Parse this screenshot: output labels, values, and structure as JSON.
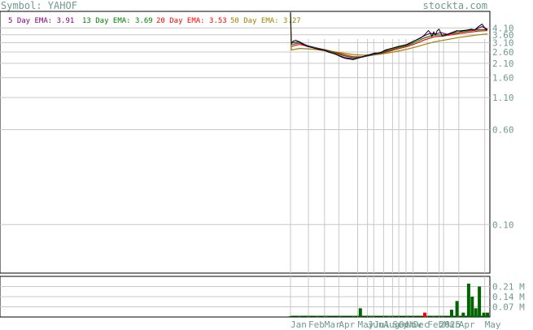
{
  "header": {
    "symbol_label": "Symbol: YAHOF",
    "site": "stockta.com"
  },
  "colors": {
    "header_text": "#6f9a8f",
    "ema5": "#800080",
    "ema13": "#008000",
    "ema20": "#ff0000",
    "ema50": "#a08000",
    "price": "#000000",
    "grid": "#c8c8c8",
    "volume_up": "#006400",
    "volume_down": "#ff0000",
    "axis_text": "#6f9a8f"
  },
  "chart_data": [
    {
      "type": "line",
      "name": "price-panel",
      "yscale": "log",
      "ylim": [
        0.04,
        5.6
      ],
      "y_ticks": [
        "4.10",
        "3.60",
        "3.10",
        "2.60",
        "2.10",
        "1.60",
        "1.10",
        "0.60",
        "0.10"
      ],
      "y_tick_values": [
        4.1,
        3.6,
        3.1,
        2.6,
        2.1,
        1.6,
        1.1,
        0.6,
        0.1
      ],
      "legend": [
        {
          "key": "ema5",
          "label": "5 Day EMA: 3.91"
        },
        {
          "key": "ema13",
          "label": "13 Day EMA: 3.69"
        },
        {
          "key": "ema20",
          "label": "20 Day EMA: 3.53"
        },
        {
          "key": "ema50",
          "label": "50 Day EMA: 3.27"
        }
      ],
      "x_labels": [
        "Jan",
        "Feb",
        "Mar",
        "Apr",
        "May",
        "Jun",
        "Jul",
        "Aug",
        "Sep",
        "Oct",
        "Nov",
        "Dec",
        "Feb",
        "2025",
        "Mar",
        "Apr",
        "May"
      ],
      "x_label_index": [
        0,
        20,
        38,
        54,
        75,
        86,
        93,
        104,
        114,
        121,
        129,
        137,
        153,
        166,
        171,
        188,
        217
      ],
      "series": [
        {
          "name": "price",
          "points": [
            [
              0,
              5.5
            ],
            [
              1,
              3.05
            ],
            [
              3,
              3.2
            ],
            [
              6,
              3.25
            ],
            [
              10,
              3.15
            ],
            [
              14,
              3.0
            ],
            [
              18,
              2.9
            ],
            [
              22,
              2.85
            ],
            [
              26,
              2.8
            ],
            [
              30,
              2.75
            ],
            [
              34,
              2.7
            ],
            [
              38,
              2.68
            ],
            [
              42,
              2.6
            ],
            [
              46,
              2.55
            ],
            [
              50,
              2.5
            ],
            [
              54,
              2.42
            ],
            [
              58,
              2.35
            ],
            [
              62,
              2.3
            ],
            [
              66,
              2.28
            ],
            [
              70,
              2.25
            ],
            [
              74,
              2.3
            ],
            [
              78,
              2.35
            ],
            [
              82,
              2.4
            ],
            [
              86,
              2.45
            ],
            [
              90,
              2.5
            ],
            [
              94,
              2.55
            ],
            [
              98,
              2.55
            ],
            [
              102,
              2.6
            ],
            [
              106,
              2.7
            ],
            [
              110,
              2.75
            ],
            [
              114,
              2.8
            ],
            [
              118,
              2.85
            ],
            [
              122,
              2.9
            ],
            [
              126,
              2.95
            ],
            [
              130,
              3.0
            ],
            [
              134,
              3.1
            ],
            [
              138,
              3.2
            ],
            [
              142,
              3.3
            ],
            [
              146,
              3.4
            ],
            [
              150,
              3.6
            ],
            [
              154,
              3.9
            ],
            [
              156,
              3.75
            ],
            [
              158,
              3.5
            ],
            [
              160,
              3.8
            ],
            [
              162,
              3.6
            ],
            [
              164,
              3.9
            ],
            [
              166,
              4.0
            ],
            [
              168,
              3.7
            ],
            [
              170,
              3.5
            ],
            [
              174,
              3.6
            ],
            [
              178,
              3.7
            ],
            [
              182,
              3.8
            ],
            [
              186,
              3.9
            ],
            [
              190,
              3.85
            ],
            [
              194,
              3.9
            ],
            [
              198,
              3.95
            ],
            [
              202,
              4.0
            ],
            [
              206,
              3.95
            ],
            [
              210,
              4.2
            ],
            [
              214,
              4.4
            ],
            [
              218,
              4.0
            ],
            [
              220,
              3.95
            ]
          ]
        },
        {
          "name": "ema5",
          "points": [
            [
              1,
              3.1
            ],
            [
              10,
              3.15
            ],
            [
              20,
              2.9
            ],
            [
              30,
              2.78
            ],
            [
              40,
              2.65
            ],
            [
              50,
              2.5
            ],
            [
              60,
              2.35
            ],
            [
              70,
              2.28
            ],
            [
              80,
              2.36
            ],
            [
              90,
              2.48
            ],
            [
              100,
              2.57
            ],
            [
              110,
              2.74
            ],
            [
              120,
              2.88
            ],
            [
              130,
              2.99
            ],
            [
              140,
              3.25
            ],
            [
              150,
              3.55
            ],
            [
              156,
              3.7
            ],
            [
              162,
              3.65
            ],
            [
              168,
              3.75
            ],
            [
              176,
              3.62
            ],
            [
              186,
              3.86
            ],
            [
              196,
              3.92
            ],
            [
              206,
              3.96
            ],
            [
              214,
              4.2
            ],
            [
              220,
              4.0
            ]
          ]
        },
        {
          "name": "ema13",
          "points": [
            [
              1,
              3.0
            ],
            [
              10,
              3.08
            ],
            [
              20,
              2.92
            ],
            [
              30,
              2.8
            ],
            [
              40,
              2.68
            ],
            [
              50,
              2.55
            ],
            [
              60,
              2.42
            ],
            [
              70,
              2.33
            ],
            [
              80,
              2.36
            ],
            [
              90,
              2.45
            ],
            [
              100,
              2.54
            ],
            [
              110,
              2.68
            ],
            [
              120,
              2.82
            ],
            [
              130,
              2.94
            ],
            [
              140,
              3.15
            ],
            [
              150,
              3.4
            ],
            [
              160,
              3.58
            ],
            [
              170,
              3.6
            ],
            [
              180,
              3.68
            ],
            [
              190,
              3.8
            ],
            [
              200,
              3.88
            ],
            [
              210,
              3.96
            ],
            [
              220,
              3.98
            ]
          ]
        },
        {
          "name": "ema20",
          "points": [
            [
              1,
              2.9
            ],
            [
              10,
              3.0
            ],
            [
              20,
              2.9
            ],
            [
              30,
              2.8
            ],
            [
              40,
              2.7
            ],
            [
              50,
              2.58
            ],
            [
              60,
              2.47
            ],
            [
              70,
              2.38
            ],
            [
              80,
              2.38
            ],
            [
              90,
              2.44
            ],
            [
              100,
              2.52
            ],
            [
              110,
              2.63
            ],
            [
              120,
              2.76
            ],
            [
              130,
              2.88
            ],
            [
              140,
              3.05
            ],
            [
              150,
              3.28
            ],
            [
              160,
              3.46
            ],
            [
              170,
              3.52
            ],
            [
              180,
              3.6
            ],
            [
              190,
              3.7
            ],
            [
              200,
              3.78
            ],
            [
              210,
              3.86
            ],
            [
              220,
              3.9
            ]
          ]
        },
        {
          "name": "ema50",
          "points": [
            [
              0,
              5.5
            ],
            [
              1,
              2.7
            ],
            [
              10,
              2.78
            ],
            [
              20,
              2.76
            ],
            [
              30,
              2.72
            ],
            [
              40,
              2.66
            ],
            [
              50,
              2.6
            ],
            [
              60,
              2.54
            ],
            [
              70,
              2.48
            ],
            [
              80,
              2.45
            ],
            [
              90,
              2.46
            ],
            [
              100,
              2.5
            ],
            [
              110,
              2.56
            ],
            [
              120,
              2.64
            ],
            [
              130,
              2.74
            ],
            [
              140,
              2.86
            ],
            [
              150,
              3.0
            ],
            [
              160,
              3.14
            ],
            [
              170,
              3.24
            ],
            [
              180,
              3.34
            ],
            [
              190,
              3.44
            ],
            [
              200,
              3.52
            ],
            [
              210,
              3.6
            ],
            [
              220,
              3.66
            ]
          ]
        }
      ]
    },
    {
      "type": "bar",
      "name": "volume-panel",
      "ylim": [
        0,
        0.28
      ],
      "y_ticks": [
        "0.21 M",
        "0.14 M",
        "0.07 M"
      ],
      "y_tick_values": [
        0.21,
        0.14,
        0.07
      ],
      "bars": [
        {
          "i": 0,
          "v": 0.004
        },
        {
          "i": 10,
          "v": 0.003
        },
        {
          "i": 20,
          "v": 0.004
        },
        {
          "i": 30,
          "v": 0.003
        },
        {
          "i": 40,
          "v": 0.004
        },
        {
          "i": 55,
          "v": 0.003
        },
        {
          "i": 70,
          "v": 0.004
        },
        {
          "i": 78,
          "v": 0.06
        },
        {
          "i": 90,
          "v": 0.003
        },
        {
          "i": 110,
          "v": 0.004
        },
        {
          "i": 130,
          "v": 0.004
        },
        {
          "i": 150,
          "v": 0.03,
          "down": true
        },
        {
          "i": 160,
          "v": 0.004
        },
        {
          "i": 170,
          "v": 0.004
        },
        {
          "i": 180,
          "v": 0.05
        },
        {
          "i": 186,
          "v": 0.11
        },
        {
          "i": 193,
          "v": 0.03
        },
        {
          "i": 199,
          "v": 0.23
        },
        {
          "i": 203,
          "v": 0.14
        },
        {
          "i": 207,
          "v": 0.06
        },
        {
          "i": 211,
          "v": 0.21
        },
        {
          "i": 216,
          "v": 0.03
        },
        {
          "i": 220,
          "v": 0.03
        }
      ]
    }
  ]
}
